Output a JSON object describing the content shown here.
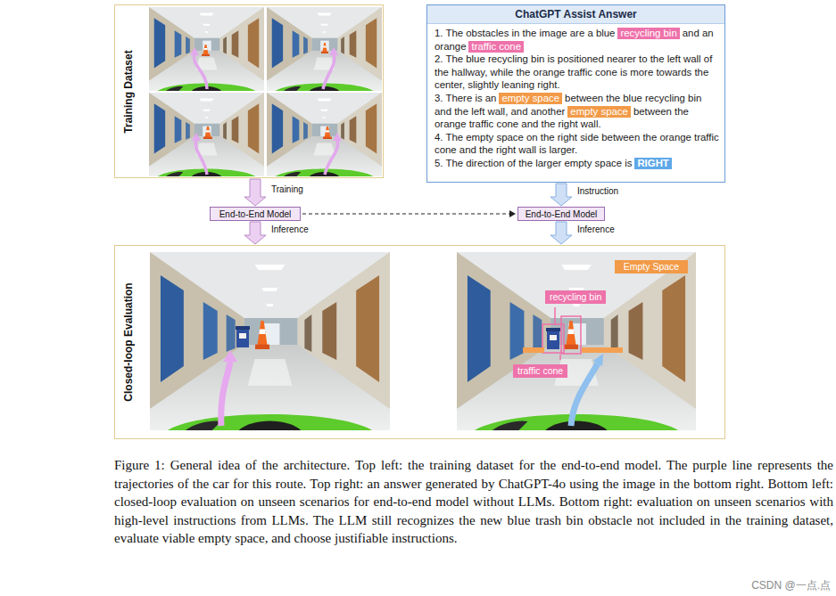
{
  "diagram": {
    "caption": "Figure 1: General idea of the architecture. Top left: the training dataset for the end-to-end model. The purple line represents the trajectories of the car for this route. Top right: an answer generated by ChatGPT-4o using the image in the bottom right. Bottom left: closed-loop evaluation on unseen scenarios for end-to-end model without LLMs. Bottom right: evaluation on unseen scenarios with high-level instructions from LLMs. The LLM still recognizes the new blue trash bin obstacle not included in the training dataset, evaluate viable empty space, and choose justifiable instructions.",
    "nodes": [
      {
        "text": [
          "Training Dataset"
        ]
      },
      {
        "text": [
          "ChatGPT Assist Answer",
          "1. The obstacles in the image are a blue",
          "and an orange",
          "2. The blue recycling bin is positioned nearer to the left wall of the hallway, while the orange traffic cone is more towards the center, slightly leaning right.",
          "3. There is an",
          "between the blue recycling bin and the left wall, and another",
          "between the orange traffic cone and the right wall.",
          "4. The empty space on the right side between the orange traffic cone and the right wall is larger.",
          "5. The direction of the larger empty space is"
        ]
      },
      {
        "text": [
          "recycling bin"
        ],
        "in": 1
      },
      {
        "text": [
          "traffic cone"
        ],
        "in": 1
      },
      {
        "text": [
          "empty space"
        ],
        "in": 1
      },
      {
        "text": [
          "empty space"
        ],
        "in": 1
      },
      {
        "text": [
          "RIGHT"
        ],
        "in": 1
      },
      {
        "text": [
          "End-to-End Model"
        ]
      },
      {
        "text": [
          "End-to-End Model"
        ]
      },
      {
        "text": [
          "Closed-loop Evaluation"
        ]
      },
      {
        "text": [
          "Empty Space"
        ],
        "in": 9
      },
      {
        "text": [
          "recycling bin"
        ],
        "in": 9
      },
      {
        "text": [
          "traffic cone"
        ],
        "in": 9
      }
    ],
    "edges": [
      {
        "from": 0,
        "to": 7,
        "label": "Training",
        "arrow": "to"
      },
      {
        "from": 7,
        "to": 9,
        "label": "Inference",
        "arrow": "to"
      },
      {
        "from": 7,
        "to": 8,
        "arrow": "to"
      },
      {
        "from": 1,
        "to": 8,
        "label": "Instruction",
        "arrow": "to"
      },
      {
        "from": 8,
        "to": 9,
        "label": "Inference",
        "arrow": "to"
      }
    ],
    "labels": [
      "CSDN @一点.点"
    ]
  }
}
